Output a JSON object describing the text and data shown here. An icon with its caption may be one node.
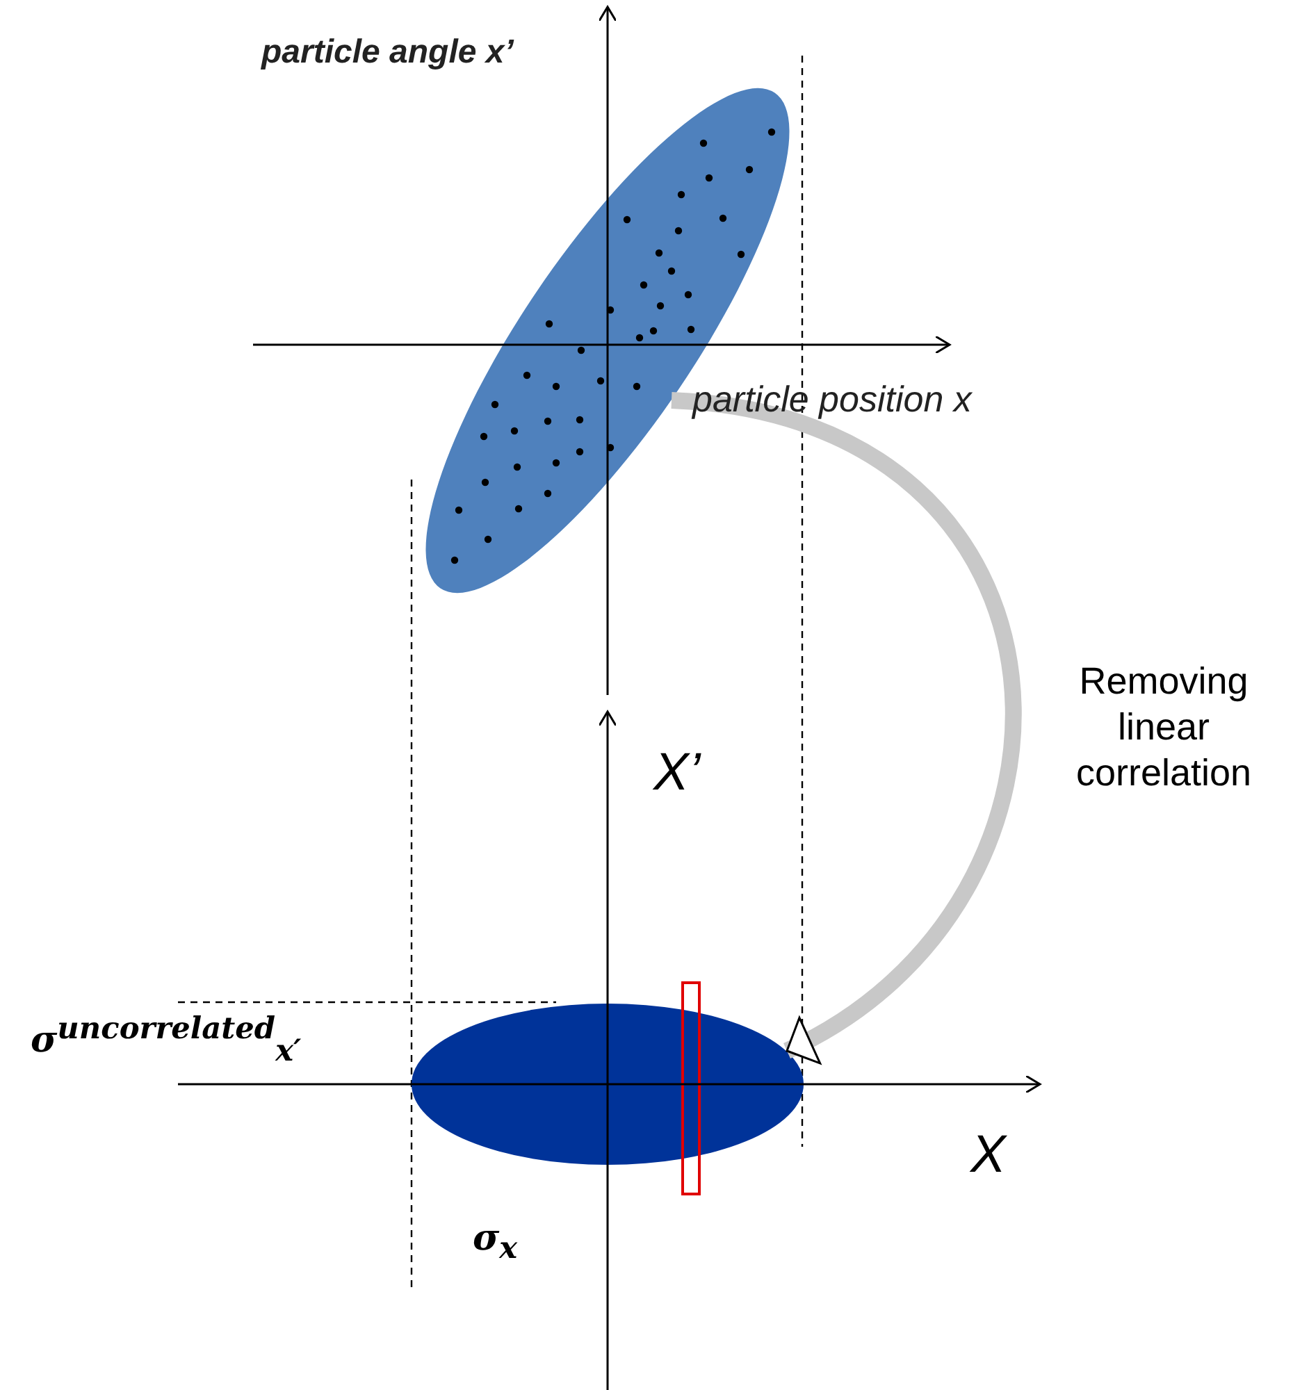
{
  "diagram": {
    "nodes": [
      {
        "text": [],
        "shape": "ellipse"
      },
      {
        "text": [],
        "shape": "ellipse"
      },
      {
        "text": [],
        "shape": "box"
      }
    ],
    "edges": [
      {
        "from": 0,
        "to": 1,
        "arrow": "to",
        "label": "Removing linear correlation"
      }
    ],
    "labels": [
      "particle angle x’",
      "particle position x",
      "X’",
      "σ$^{uncorrelated}$$_{x′}$",
      "X",
      "σ$_{x}$"
    ]
  }
}
